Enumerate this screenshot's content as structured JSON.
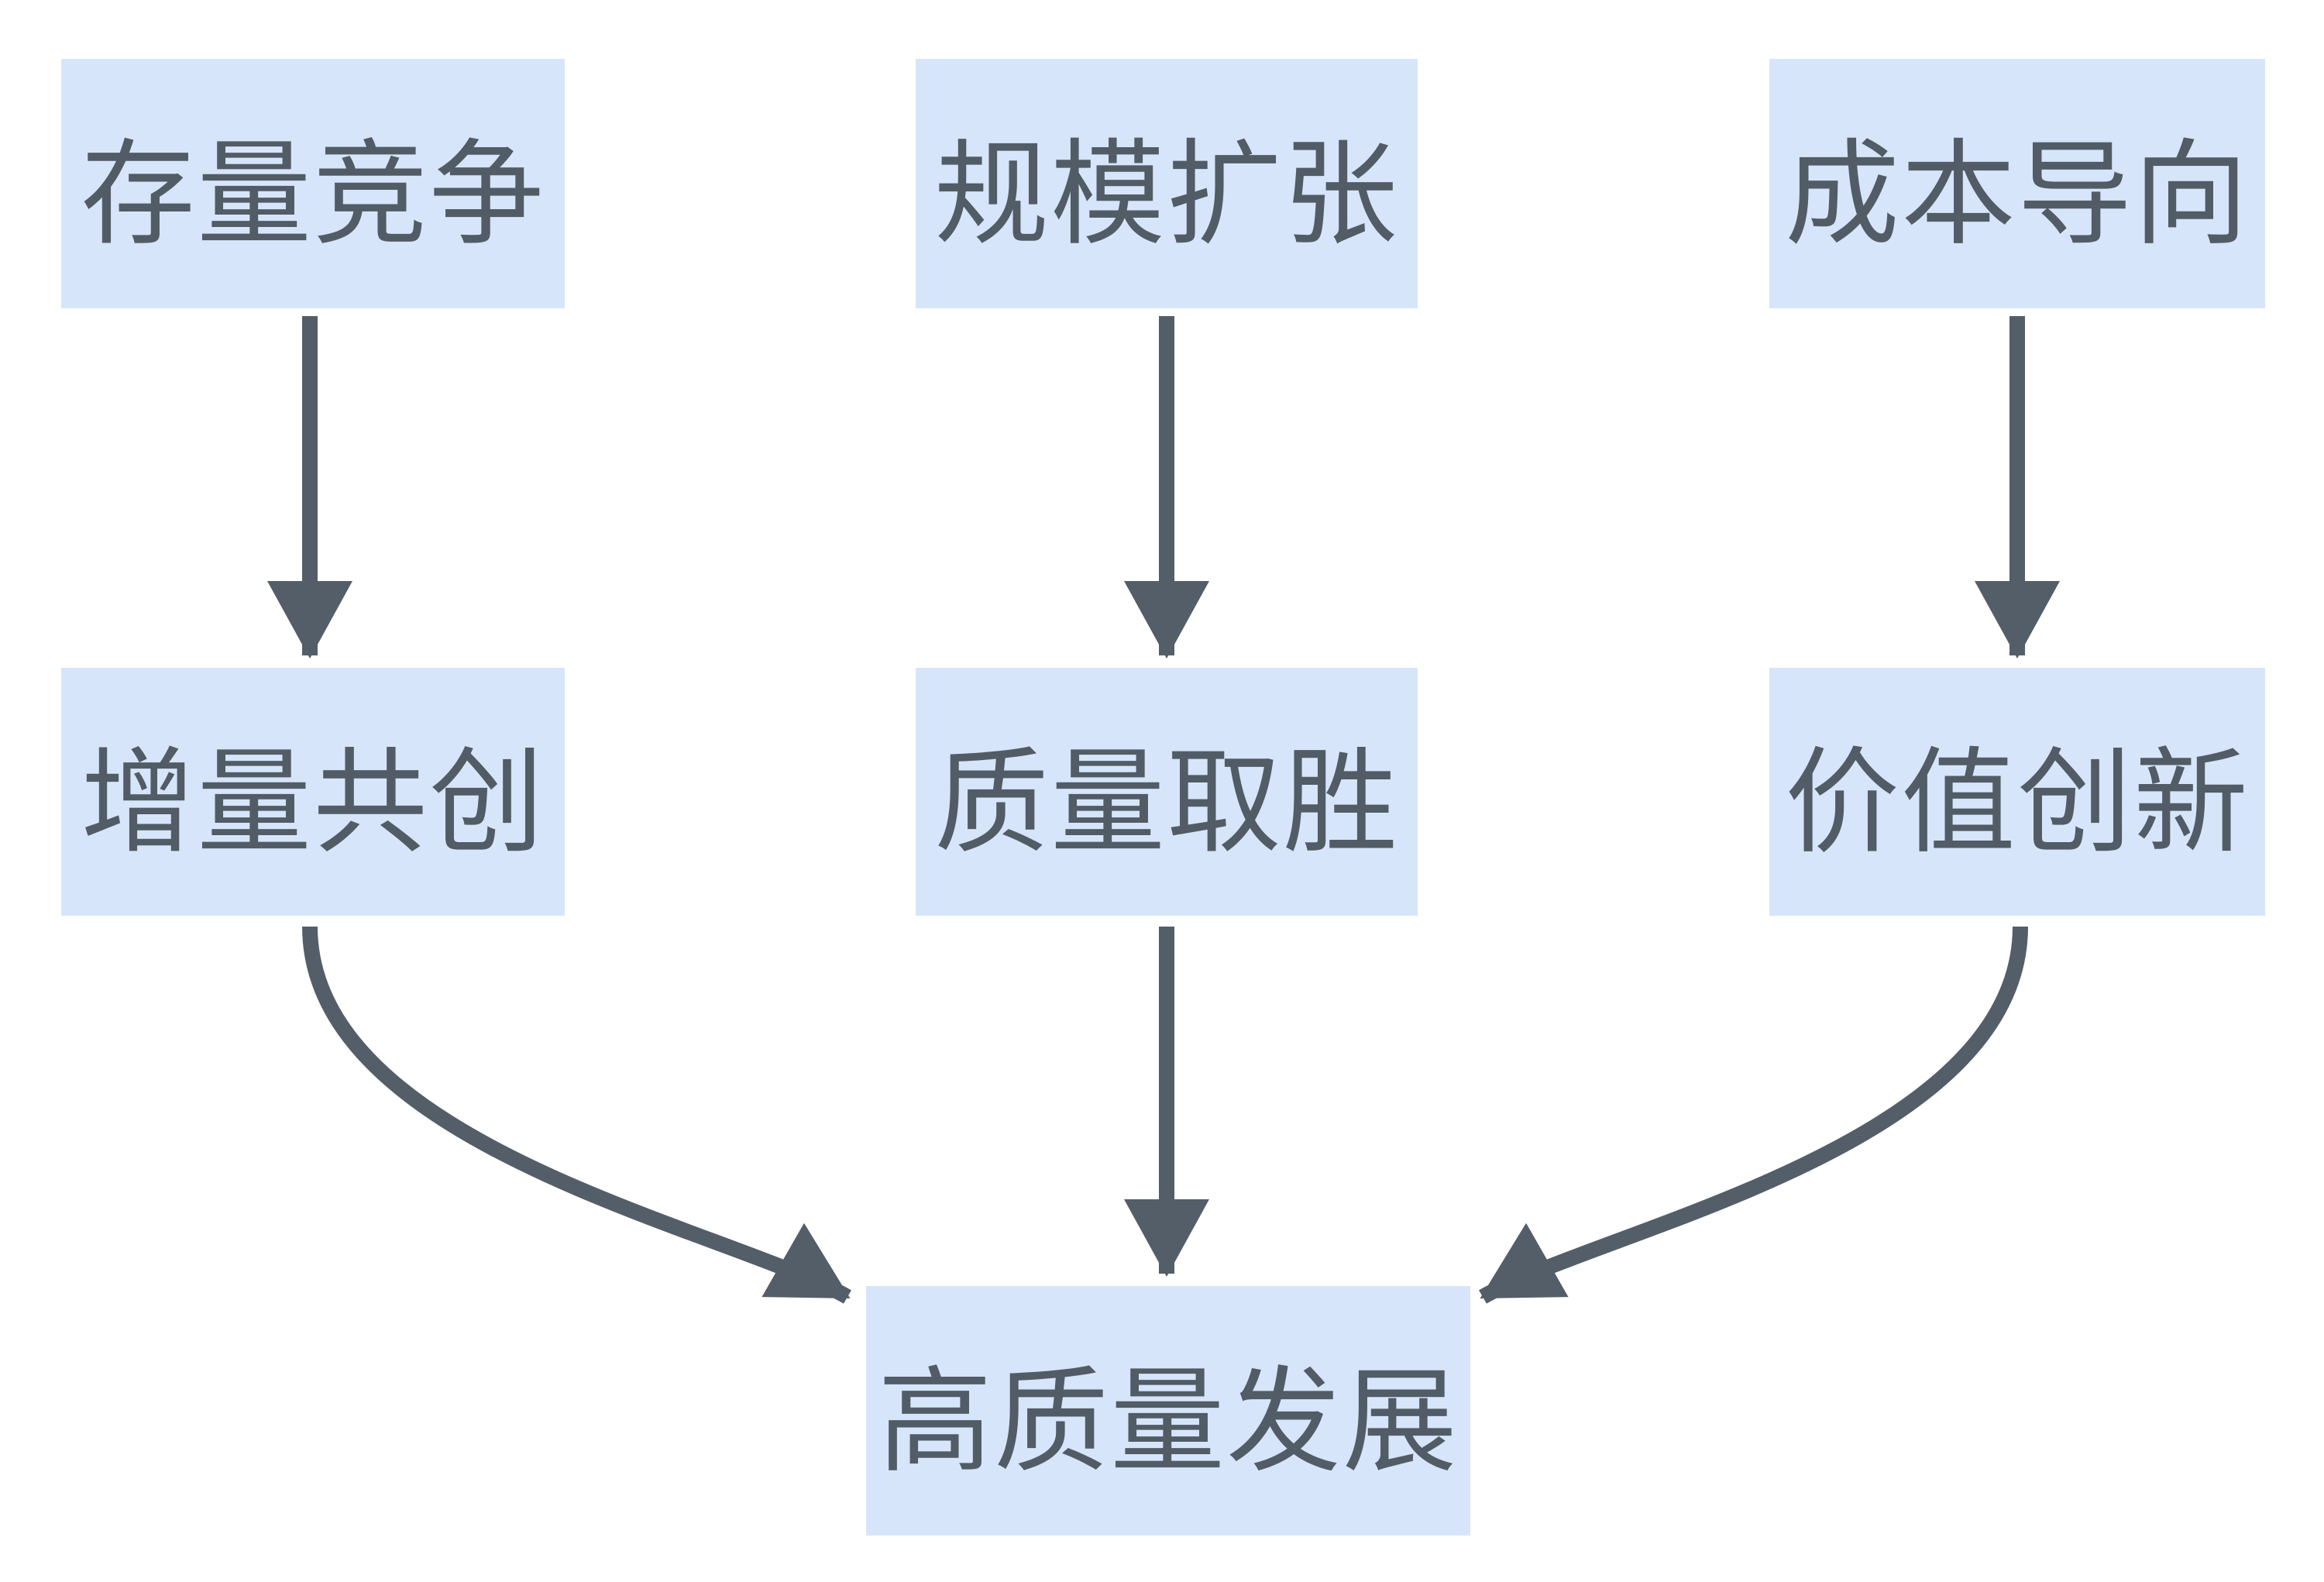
{
  "diagram": {
    "colors": {
      "background": "#ffffff",
      "node_fill": "#d7e5fb",
      "node_text": "#525c66",
      "arrow": "#545e68"
    },
    "nodes": {
      "top_left": {
        "label": "存量竞争"
      },
      "top_center": {
        "label": "规模扩张"
      },
      "top_right": {
        "label": "成本导向"
      },
      "mid_left": {
        "label": "增量共创"
      },
      "mid_center": {
        "label": "质量取胜"
      },
      "mid_right": {
        "label": "价值创新"
      },
      "bottom": {
        "label": "高质量发展"
      }
    },
    "edges": [
      {
        "from": "存量竞争",
        "to": "增量共创",
        "shape": "straight-down"
      },
      {
        "from": "规模扩张",
        "to": "质量取胜",
        "shape": "straight-down"
      },
      {
        "from": "成本导向",
        "to": "价值创新",
        "shape": "straight-down"
      },
      {
        "from": "增量共创",
        "to": "高质量发展",
        "shape": "curved-down-right"
      },
      {
        "from": "质量取胜",
        "to": "高质量发展",
        "shape": "straight-down"
      },
      {
        "from": "价值创新",
        "to": "高质量发展",
        "shape": "curved-down-left"
      }
    ]
  }
}
